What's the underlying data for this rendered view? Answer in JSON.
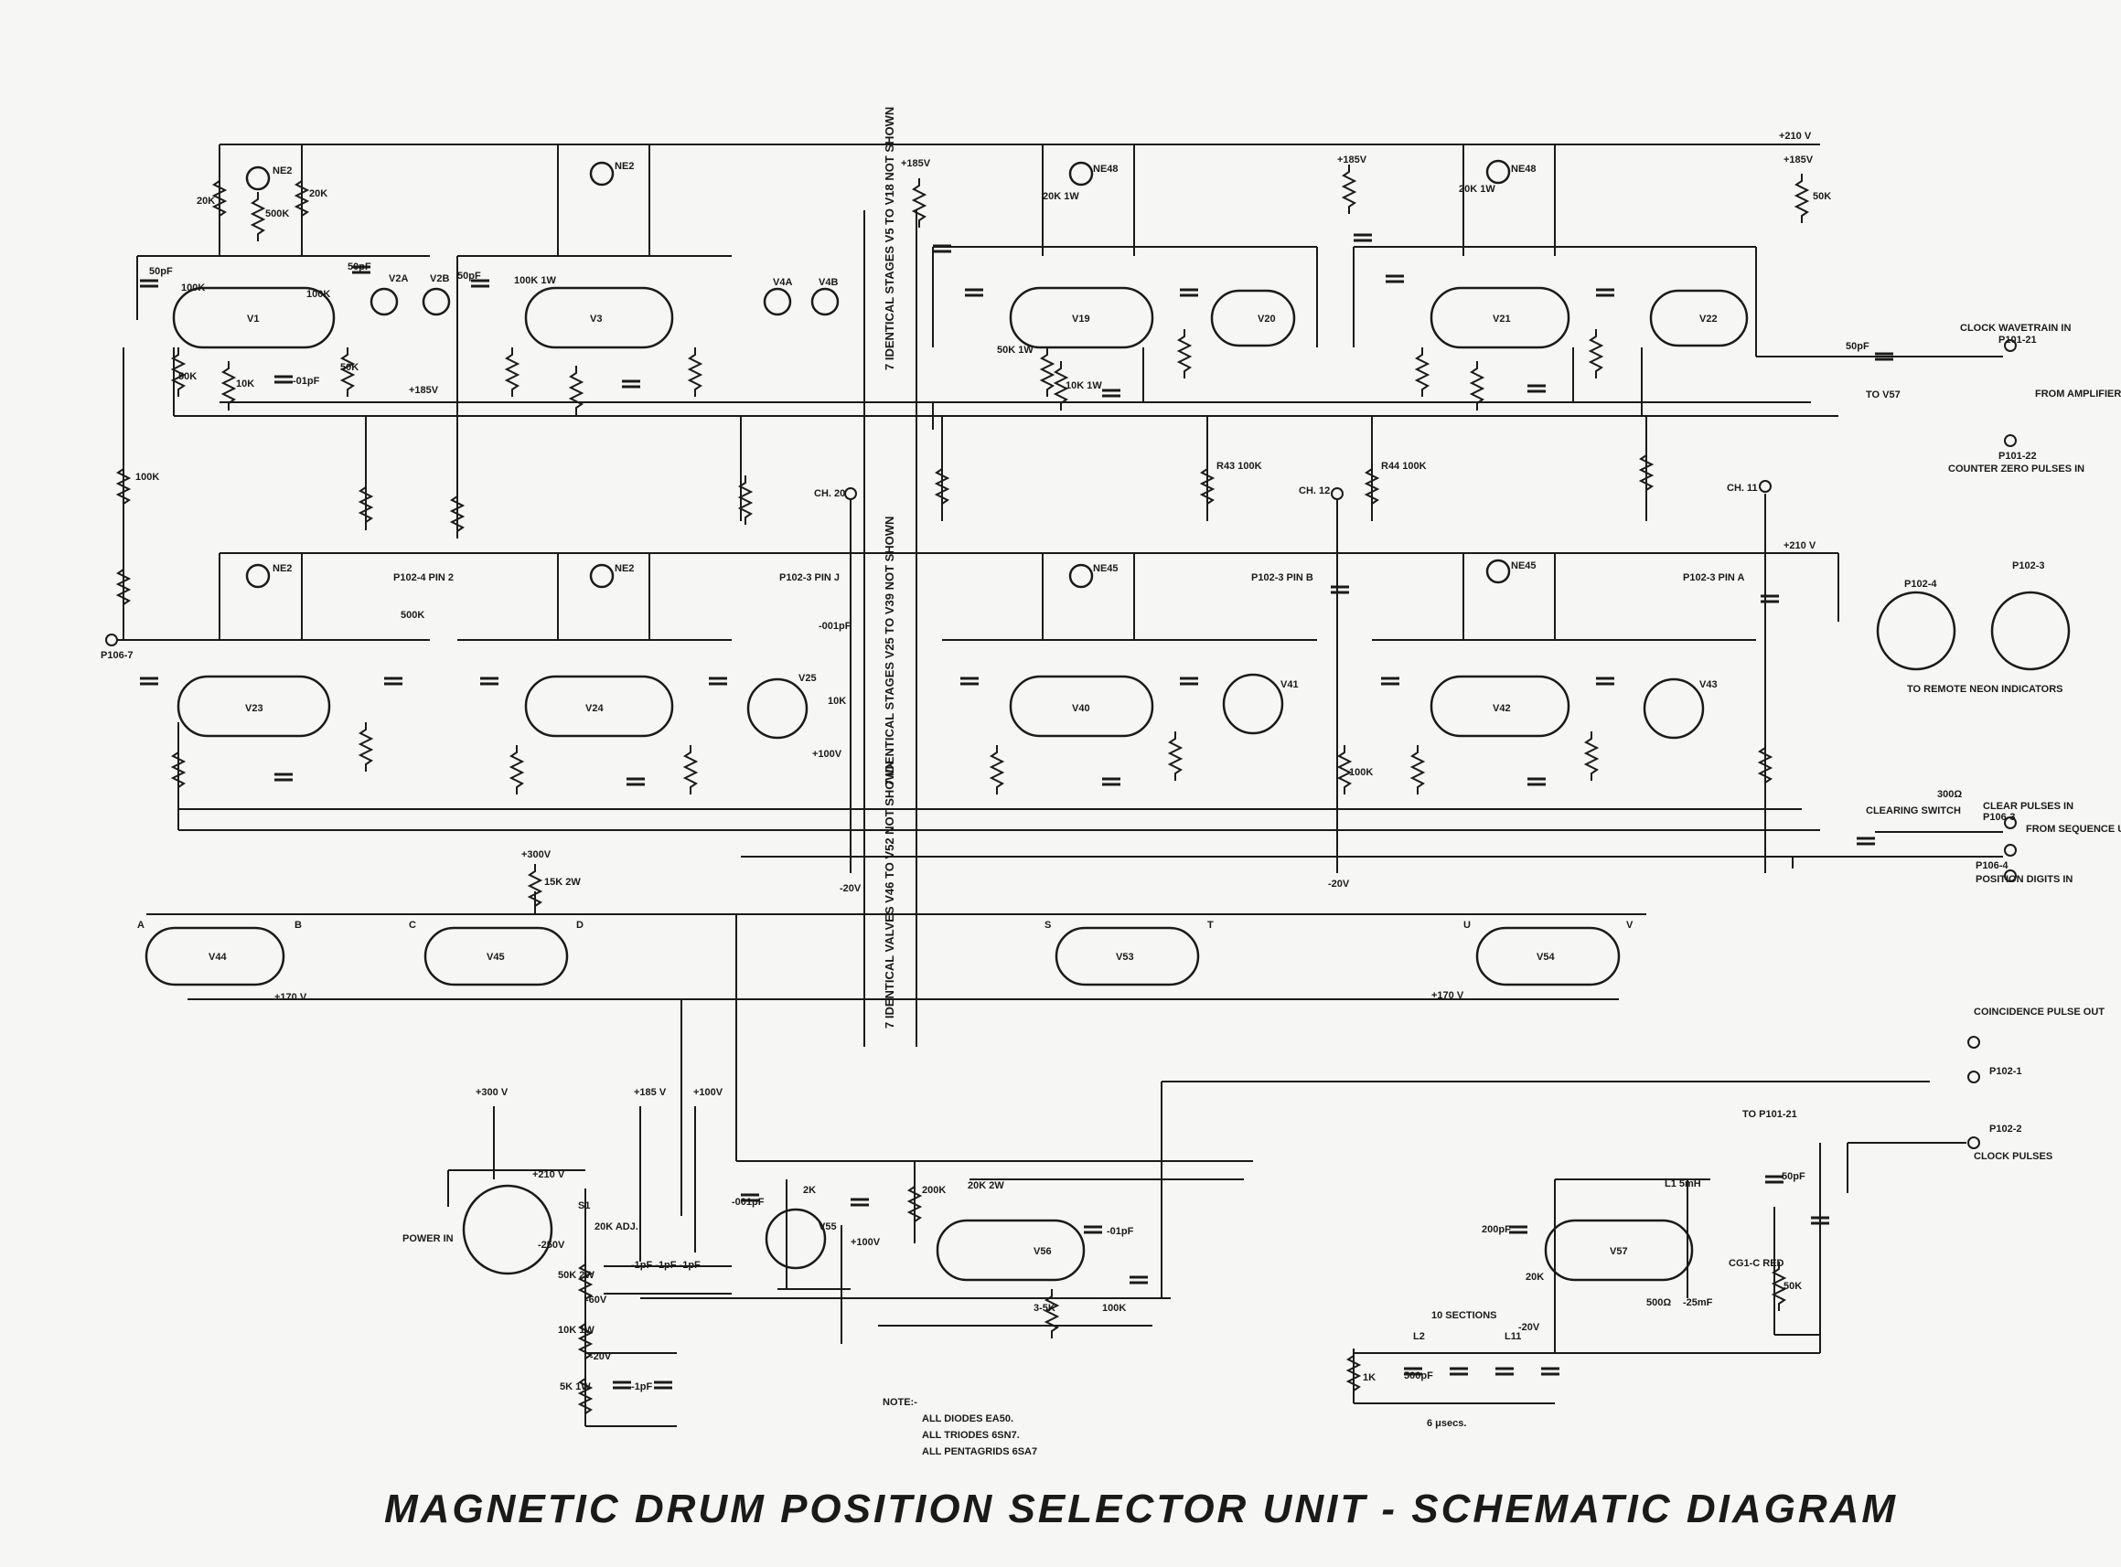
{
  "title": "MAGNETIC DRUM POSITION SELECTOR UNIT - SCHEMATIC DIAGRAM",
  "rails": {
    "top": "+210 V",
    "mid": "+210 V",
    "bus_left": "+170 V",
    "bus_right": "+170 V"
  },
  "dividers": {
    "stages_a": "7 IDENTICAL STAGES  V5 TO V18 NOT SHOWN",
    "stages_b": "7 IDENTICAL STAGES  V25 TO V39 NOT SHOWN",
    "valves_c": "7 IDENTICAL VALVES  V46 TO V52 NOT SHOWN"
  },
  "row1": {
    "valves": [
      "V1",
      "V3",
      "V19",
      "V20",
      "V21",
      "V22"
    ],
    "diodes": [
      "V2A",
      "V2B",
      "V4A",
      "V4B"
    ],
    "neons": [
      "NE2",
      "NE2",
      "NE48",
      "NE48"
    ],
    "resistors": [
      "20K",
      "20K",
      "500K",
      "100K",
      "100K",
      "50K",
      "50K",
      "10K",
      "20K 1W",
      "20K 1W",
      "100K 1W",
      "50K 1W",
      "10K 1W",
      "50K"
    ],
    "caps": [
      "50pF",
      "50pF",
      "50pF",
      "-01pF",
      "50pF"
    ],
    "supply": [
      "+185V",
      "+185V",
      "+185V",
      "+185V"
    ]
  },
  "row2": {
    "valves": [
      "V23",
      "V24",
      "V25",
      "V40",
      "V41",
      "V42",
      "V43"
    ],
    "neons": [
      "NE2",
      "NE2",
      "NE45",
      "NE45"
    ],
    "channels": [
      "CH. 20",
      "CH. 12",
      "CH. 11"
    ],
    "pins": [
      "P102-4 PIN 2",
      "P102-3 PIN J",
      "P102-3 PIN B",
      "P102-3 PIN A"
    ],
    "resistors": [
      "100K",
      "R43 100K",
      "R44 100K",
      "500K",
      "10K",
      "100K"
    ],
    "supply": [
      "+100V",
      "-20V",
      "-20V",
      "-001pF"
    ]
  },
  "row3": {
    "valves": [
      "V44",
      "V45",
      "V53",
      "V54"
    ],
    "nodes": [
      "A",
      "B",
      "C",
      "D",
      "S",
      "T",
      "U",
      "V"
    ],
    "supply": "+300V",
    "resistor": "15K 2W"
  },
  "connector": {
    "title": "P102-3",
    "sub": "P102-4",
    "caption": "TO REMOTE NEON INDICATORS"
  },
  "io": {
    "clock_wavetrain": "CLOCK WAVETRAIN IN",
    "p101_21": "P101-21",
    "p101_22": "P101-22",
    "counter_zero": "COUNTER ZERO PULSES IN",
    "from_amplifier": "FROM AMPLIFIER UNIT",
    "to_v57": "TO V57",
    "p106_7": "P106-7",
    "clearing_switch": "CLEARING SWITCH",
    "clear_pulses": "CLEAR PULSES IN",
    "p106_3": "P106-3",
    "from_sequence": "FROM SEQUENCE UNIT",
    "p106_4": "P106-4",
    "position_digits": "POSITION DIGITS IN",
    "r_300": "300Ω",
    "coincidence_out": "COINCIDENCE PULSE OUT",
    "p102_1": "P102-1",
    "to_p101_21": "TO P101-21",
    "p102_2": "P102-2",
    "clock_pulses": "CLOCK PULSES"
  },
  "power": {
    "plus300": "+300 V",
    "plus185": "+185 V",
    "plus100": "+100V",
    "plus210": "+210 V",
    "power_in": "POWER IN",
    "s1": "S1",
    "adj": "20K ADJ.",
    "minus250": "-250V",
    "minus60": "-60V",
    "minus20": "-20V",
    "r50k": "50K 2W",
    "r10k": "10K 1W",
    "r5k": "5K 1W",
    "caps": "-1pF",
    "chain": "-1pF  -1pF  -1pF"
  },
  "lower": {
    "v55": "V55",
    "v56": "V56",
    "v57": "V57",
    "r2k": "2K",
    "r200k": "200K",
    "r20k2w": "20K 2W",
    "c001": "-001pF",
    "c01": "-01pF",
    "c200": "200pF",
    "l1": "L1 5mH",
    "r35k": "3-5K",
    "r100k": "100K",
    "r20k": "20K",
    "r500": "500Ω",
    "c25": "-25mF",
    "cg": "CG1-C RED",
    "r50k": "50K",
    "c50": "50pF",
    "sections": "10 SECTIONS",
    "l2": "L2",
    "l11": "L11",
    "c500": "500pF",
    "r1k": "1K",
    "delay": "6 μsecs.",
    "minus20": "-20V",
    "plus100": "+100V"
  },
  "note": {
    "head": "NOTE:-",
    "l1": "ALL  DIODES  EA50.",
    "l2": "ALL  TRIODES  6SN7.",
    "l3": "ALL  PENTAGRIDS  6SA7"
  }
}
